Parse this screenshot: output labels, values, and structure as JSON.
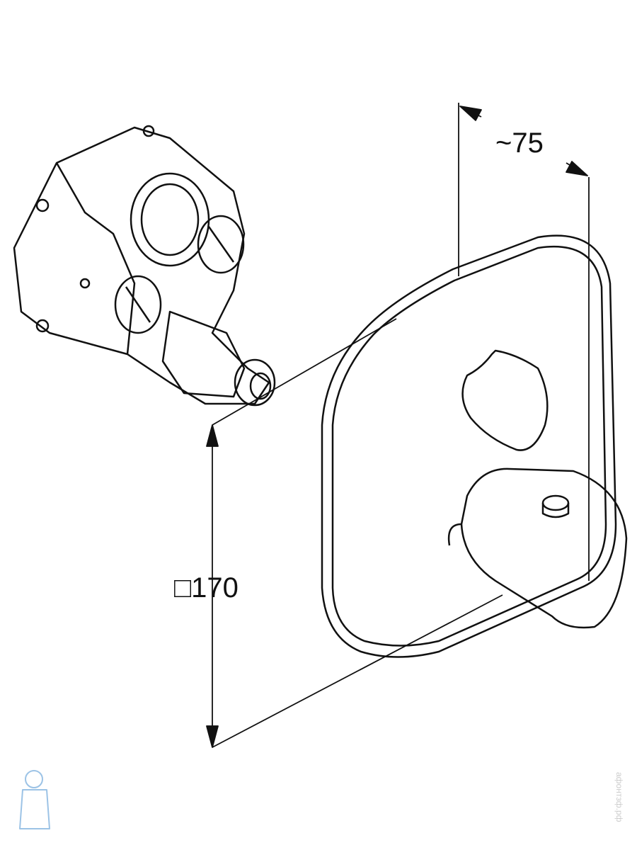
{
  "dimensions": {
    "depth_label": "~75",
    "size_label": "□170"
  },
  "watermark": "афонтзф.рф",
  "colors": {
    "line": "#111111",
    "logo": "#9cc3e6"
  }
}
